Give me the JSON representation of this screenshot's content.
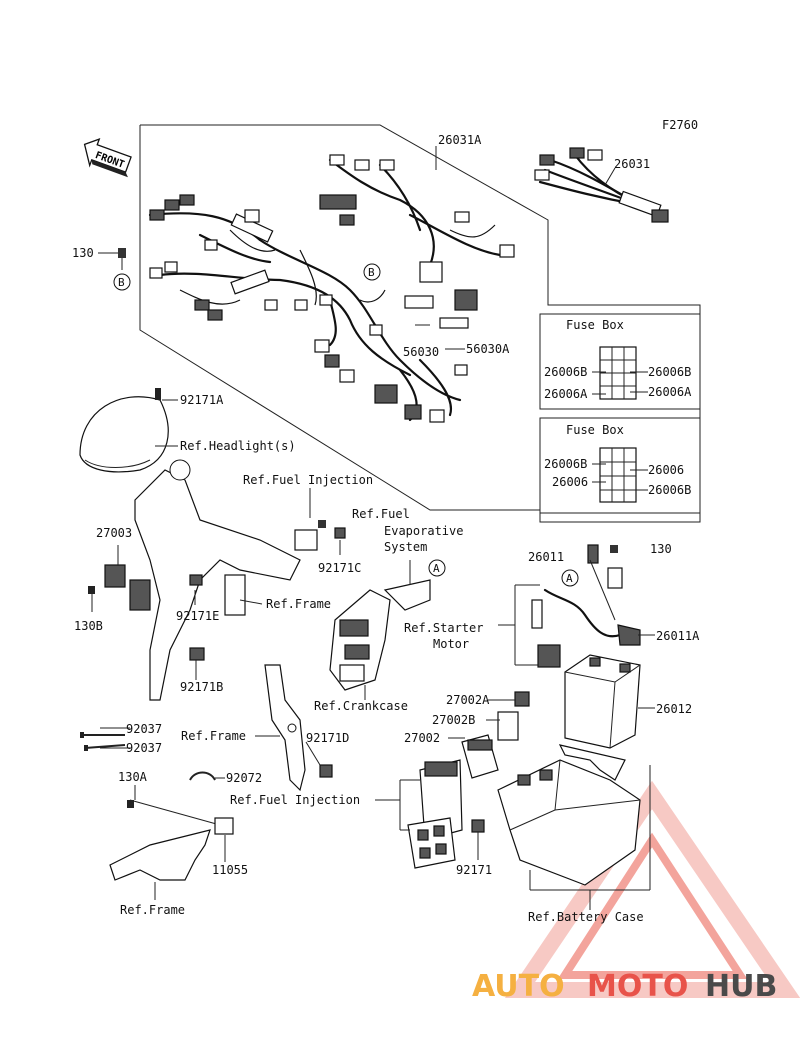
{
  "figure_code": "F2760",
  "front_label": "FRONT",
  "circle_b": "B",
  "circle_a": "A",
  "fuse_box_1": {
    "title": "Fuse Box",
    "left_labels": [
      "26006B",
      "26006A"
    ],
    "right_labels": [
      "26006B",
      "26006A"
    ]
  },
  "fuse_box_2": {
    "title": "Fuse Box",
    "left_labels": [
      "26006B",
      "26006"
    ],
    "right_labels": [
      "26006",
      "26006B"
    ]
  },
  "labels": {
    "p26031A": "26031A",
    "p26031": "26031",
    "p130_top": "130",
    "p56030": "56030",
    "p56030A": "56030A",
    "p92171A": "92171A",
    "ref_headlight": "Ref.Headlight(s)",
    "ref_fuel_inj_1": "Ref.Fuel Injection",
    "ref_fuel_evap_1": "Ref.Fuel",
    "ref_fuel_evap_2": "Evaporative",
    "ref_fuel_evap_3": "System",
    "p27003": "27003",
    "p130B": "130B",
    "p92171C": "92171C",
    "p92171E": "92171E",
    "ref_frame_1": "Ref.Frame",
    "p92171B": "92171B",
    "p26011": "26011",
    "p130_right": "130",
    "ref_starter_1": "Ref.Starter",
    "ref_starter_2": "Motor",
    "p26011A": "26011A",
    "ref_crankcase": "Ref.Crankcase",
    "p27002A": "27002A",
    "p27002B": "27002B",
    "p27002": "27002",
    "p26012": "26012",
    "p92037_a": "92037",
    "p92037_b": "92037",
    "ref_frame_2": "Ref.Frame",
    "p92171D": "92171D",
    "p130A": "130A",
    "p92072": "92072",
    "ref_fuel_inj_2": "Ref.Fuel Injection",
    "p11055": "11055",
    "ref_frame_3": "Ref.Frame",
    "p92171": "92171",
    "ref_battery_case": "Ref.Battery Case"
  },
  "watermark": {
    "part1": "AUTO",
    "part2": "MOTO",
    "part3": "HUB",
    "color1": "#f5b041",
    "color2": "#e8534a",
    "color3": "#4a4a4a"
  }
}
